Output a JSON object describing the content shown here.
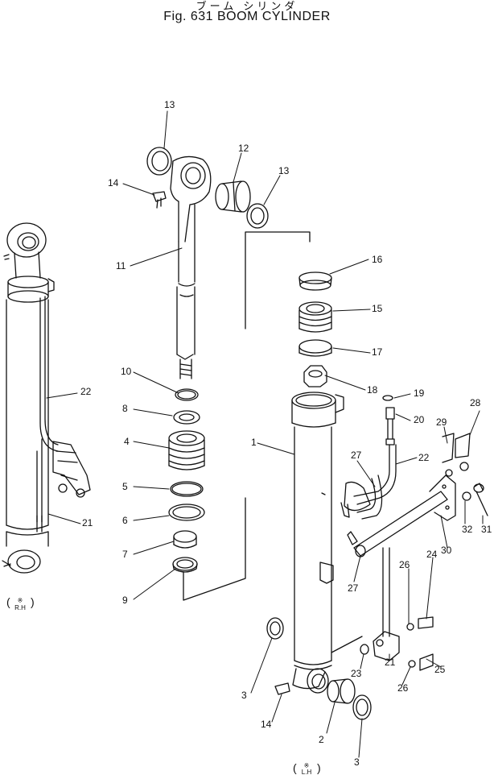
{
  "header": {
    "title_jp": "ブーム シリンダ",
    "title": "Fig. 631   BOOM CYLINDER"
  },
  "callouts": [
    {
      "id": "c13a",
      "label": "13"
    },
    {
      "id": "c12",
      "label": "12"
    },
    {
      "id": "c14a",
      "label": "14"
    },
    {
      "id": "c13b",
      "label": "13"
    },
    {
      "id": "c11",
      "label": "11"
    },
    {
      "id": "c16",
      "label": "16"
    },
    {
      "id": "c15",
      "label": "15"
    },
    {
      "id": "c17",
      "label": "17"
    },
    {
      "id": "c10",
      "label": "10"
    },
    {
      "id": "c18",
      "label": "18"
    },
    {
      "id": "c19",
      "label": "19"
    },
    {
      "id": "c8",
      "label": "8"
    },
    {
      "id": "c20",
      "label": "20"
    },
    {
      "id": "c22a",
      "label": "22"
    },
    {
      "id": "c1",
      "label": "1"
    },
    {
      "id": "c4",
      "label": "4"
    },
    {
      "id": "c28",
      "label": "28"
    },
    {
      "id": "c29",
      "label": "29"
    },
    {
      "id": "c27a",
      "label": "27"
    },
    {
      "id": "c22b",
      "label": "22"
    },
    {
      "id": "c5",
      "label": "5"
    },
    {
      "id": "c31",
      "label": "31"
    },
    {
      "id": "c6",
      "label": "6"
    },
    {
      "id": "c21a",
      "label": "21"
    },
    {
      "id": "c32",
      "label": "32"
    },
    {
      "id": "c30",
      "label": "30"
    },
    {
      "id": "c7",
      "label": "7"
    },
    {
      "id": "c24",
      "label": "24"
    },
    {
      "id": "c9",
      "label": "9"
    },
    {
      "id": "c26a",
      "label": "26"
    },
    {
      "id": "c27b",
      "label": "27"
    },
    {
      "id": "c21b",
      "label": "21"
    },
    {
      "id": "c23",
      "label": "23"
    },
    {
      "id": "c25",
      "label": "25"
    },
    {
      "id": "c3a",
      "label": "3"
    },
    {
      "id": "c26b",
      "label": "26"
    },
    {
      "id": "c14b",
      "label": "14"
    },
    {
      "id": "c2",
      "label": "2"
    },
    {
      "id": "c3b",
      "label": "3"
    }
  ],
  "side_labels": {
    "rh_mark": "※",
    "rh": "R.H",
    "lh_mark": "※",
    "lh": "L.H"
  }
}
